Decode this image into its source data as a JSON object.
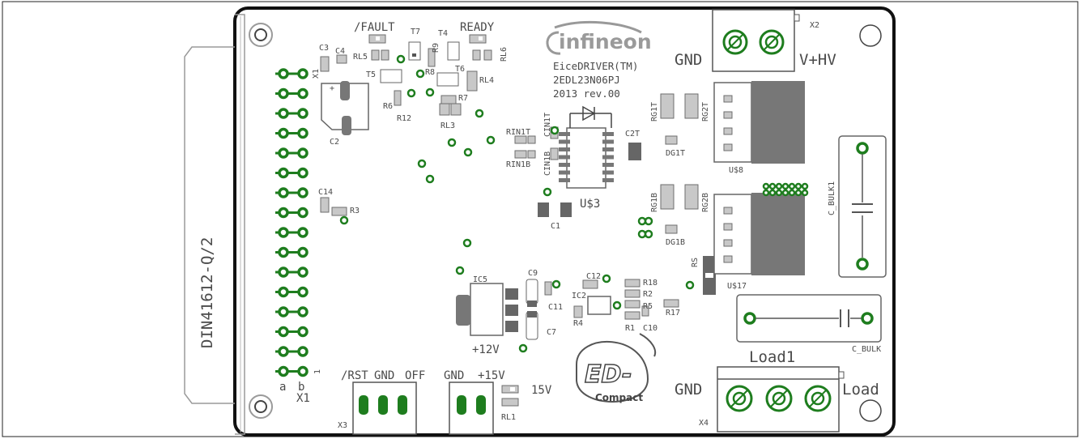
{
  "board": {
    "connector_name": "DIN41612-Q/2",
    "connector_ref": "X1",
    "row_a": "a",
    "row_b": "b",
    "pin_one": "1"
  },
  "logo": {
    "brand": "infineon",
    "product": "EiceDRIVER(TM)",
    "part": "2EDL23N06PJ",
    "revision": "2013 rev.00",
    "badge_top": "ED-",
    "badge_bottom": "Compact"
  },
  "indicators": {
    "fault": "/FAULT",
    "ready": "READY"
  },
  "terminals": {
    "x2_ref": "X2",
    "x2_gnd": "GND",
    "x2_hv": "V+HV",
    "x4_ref": "X4",
    "x4_title": "Load1",
    "x4_gnd": "GND",
    "x4_load": "Load",
    "x3_ref": "X3",
    "x3_rst": "/RST",
    "x3_gnd": "GND",
    "x3_off": "OFF",
    "p15_gnd": "GND",
    "p15_v": "+15V",
    "p15_led": "15V",
    "p15_rl": "RL1"
  },
  "supply": {
    "p12_label": "+12V"
  },
  "components": {
    "c3": "C3",
    "c4": "C4",
    "rl5": "RL5",
    "t7": "T7",
    "r9": "R9",
    "t4": "T4",
    "rl6": "RL6",
    "t5": "T5",
    "r8": "R8",
    "t6": "T6",
    "rl4": "RL4",
    "r6": "R6",
    "r7": "R7",
    "r12": "R12",
    "rl3": "RL3",
    "c2": "C2",
    "x1c": "X1",
    "rin1t": "RIN1T",
    "cin1t": "CIN1T",
    "cin1b": "CIN1B",
    "rin1b": "RIN1B",
    "c2t": "C2T",
    "u3": "U$3",
    "c1": "C1",
    "rg1t": "RG1T",
    "rg2t": "RG2T",
    "dg1t": "DG1T",
    "u8": "U$8",
    "rg1b": "RG1B",
    "rg2b": "RG2B",
    "dg1b": "DG1B",
    "u17": "U$17",
    "rs": "RS",
    "cbulk1": "C_BULK1",
    "cbulk": "C_BULK",
    "c14": "C14",
    "r3": "R3",
    "ic5": "IC5",
    "c9": "C9",
    "c11": "C11",
    "c7": "C7",
    "c12": "C12",
    "ic2": "IC2",
    "r4": "R4",
    "r18": "R18",
    "r2": "R2",
    "r5": "R5",
    "r1": "R1",
    "c10": "C10",
    "r17": "R17"
  }
}
